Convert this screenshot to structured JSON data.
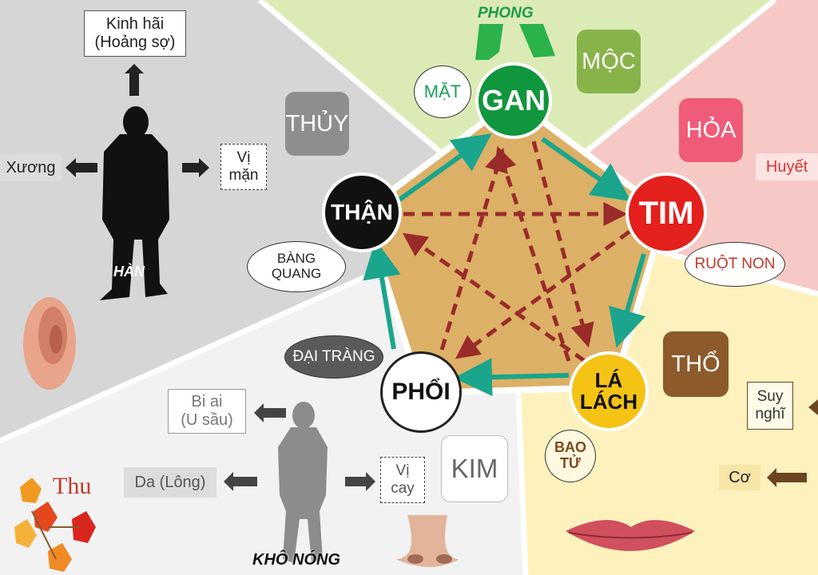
{
  "organs": {
    "gan": "GAN",
    "tim": "TIM",
    "la_lach": "LÁ\nLÁCH",
    "phoi": "PHỔI",
    "than": "THẬN"
  },
  "elements": {
    "moc": "MỘC",
    "hoa": "HỎA",
    "tho": "THỔ",
    "kim": "KIM",
    "thuy": "THỦY"
  },
  "paired": {
    "mat": "MẶT",
    "ruot_non": "RUỘT NON",
    "bao_tu": "BAO\nTỬ",
    "dai_trang": "ĐẠI TRÀNG",
    "bang_quang": "BÀNG\nQUANG"
  },
  "climates": {
    "phong": "PHONG",
    "han": "HÀN",
    "kho_nong": "KHÔ NÓNG"
  },
  "labels": {
    "kinh_hai": "Kinh hãi\n(Hoảng sợ)",
    "xuong": "Xương",
    "vi_man": "Vị\nmặn",
    "huyet": "Huyết",
    "suy_nghi": "Suy\nnghĩ",
    "co": "Cơ",
    "bi_ai": "Bi ai\n(U sầu)",
    "da_long": "Da (Lông)",
    "vi_cay": "Vị\ncay",
    "thu": "Thu"
  },
  "colors": {
    "wood_bg": "#dcebb6",
    "fire_bg": "#f6c8c6",
    "earth_bg": "#fdf2bd",
    "metal_bg": "#f2f2f2",
    "water_bg": "#d6d6d6",
    "pentagon": "#dcb066",
    "teal": "#1aa58c",
    "dashed_arrow": "#9a2b2b",
    "gan": "#10963d",
    "tim": "#e3201b",
    "la_lach": "#f4c314",
    "phoi": "#ffffff",
    "than": "#111111",
    "moc_tile": "#88b34a",
    "hoa_tile": "#ef5b78",
    "tho_tile": "#8c5a2b",
    "thuy_tile": "#8e8e8e"
  }
}
